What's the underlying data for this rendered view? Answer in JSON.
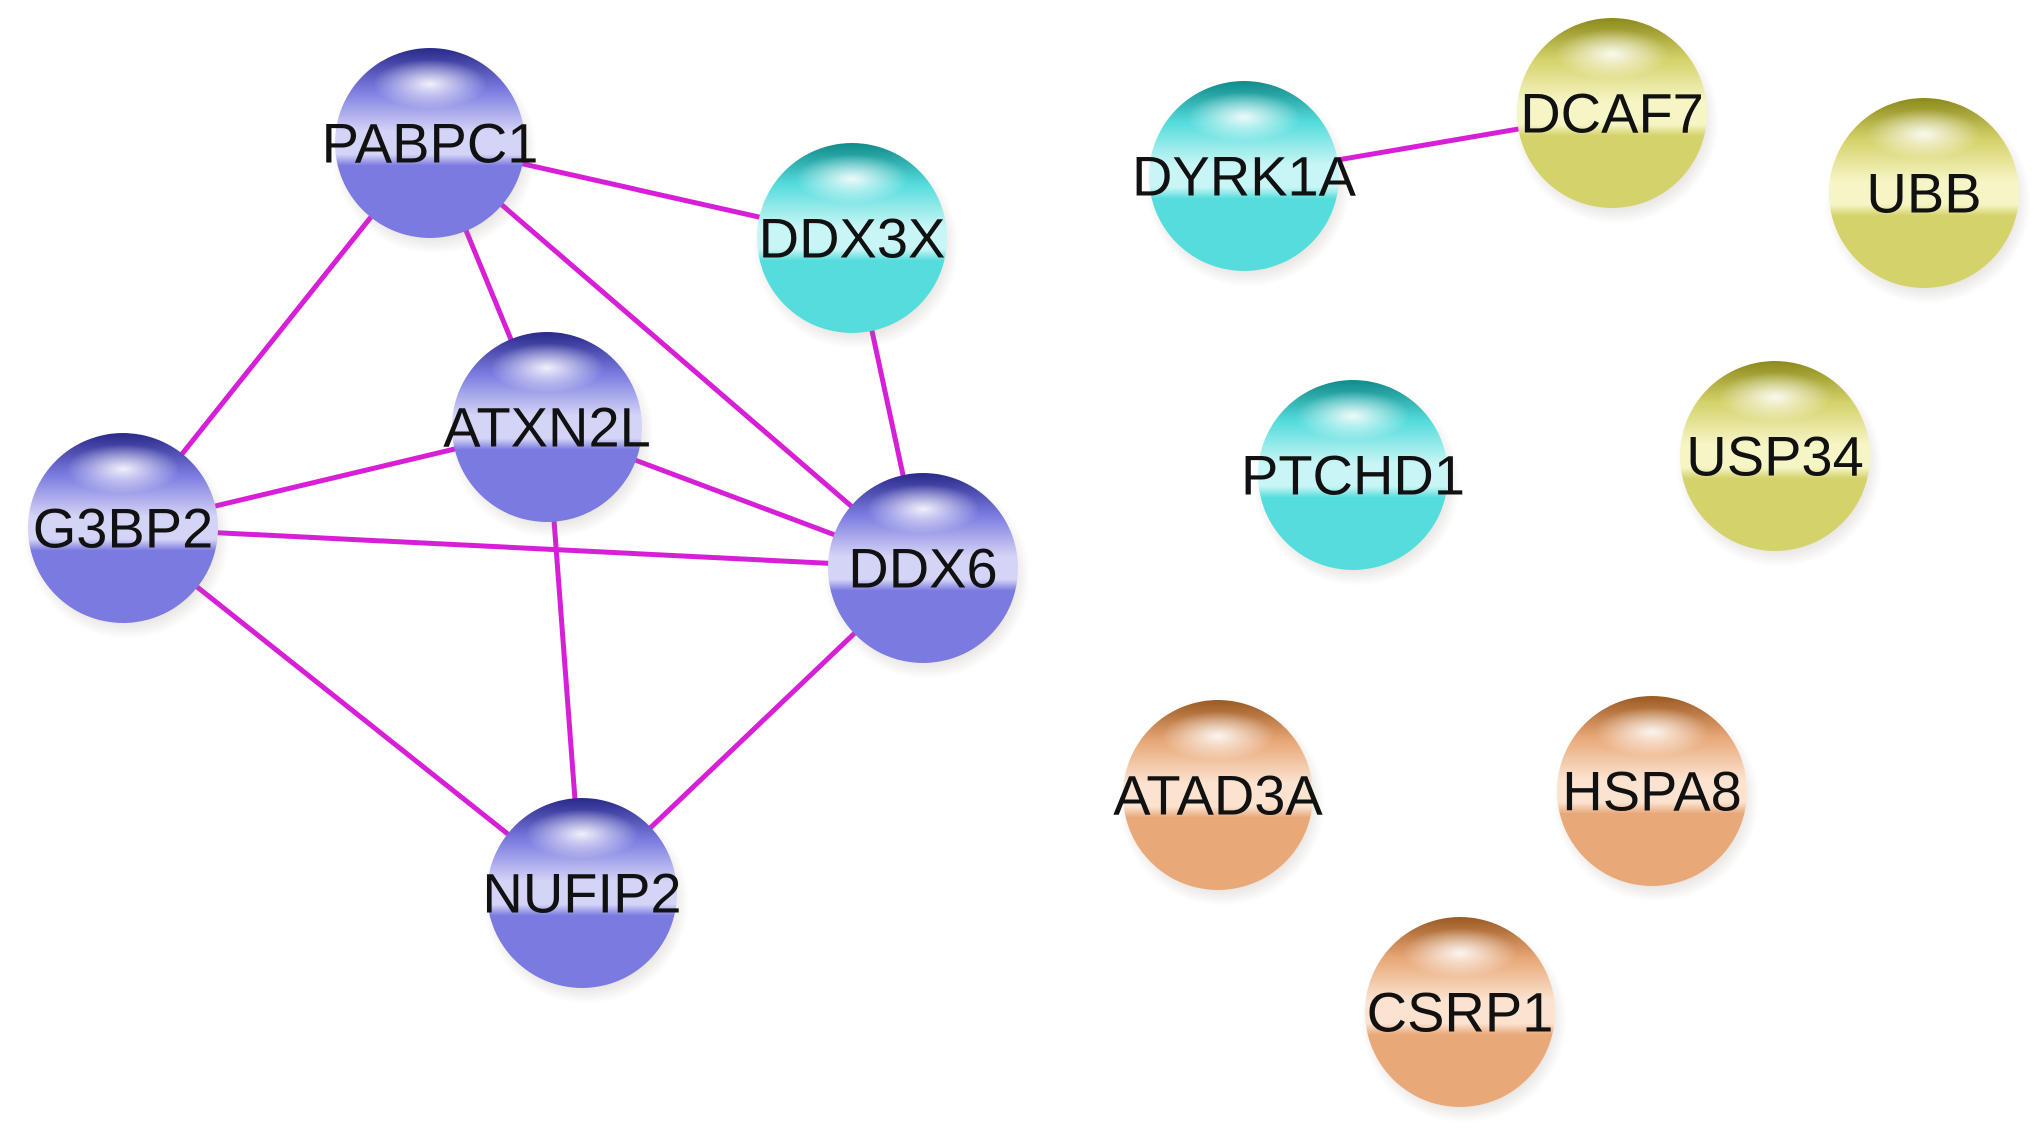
{
  "network": {
    "edge_color": "#d61fd6",
    "clusters": {
      "blue": {
        "dark": "#2a2a8a",
        "mid": "#7a7ae0",
        "light": "#d4d4f6"
      },
      "cyan": {
        "dark": "#128a8a",
        "mid": "#55dcdc",
        "light": "#c8f5f5"
      },
      "olive": {
        "dark": "#8c8a1c",
        "mid": "#d4d26a",
        "light": "#f6f5c6"
      },
      "orange": {
        "dark": "#9c5a22",
        "mid": "#e8a878",
        "light": "#fbe3d0"
      }
    },
    "nodes": [
      {
        "id": "PABPC1",
        "label": "PABPC1",
        "cluster": "blue"
      },
      {
        "id": "DDX3X",
        "label": "DDX3X",
        "cluster": "cyan"
      },
      {
        "id": "ATXN2L",
        "label": "ATXN2L",
        "cluster": "blue"
      },
      {
        "id": "G3BP2",
        "label": "G3BP2",
        "cluster": "blue"
      },
      {
        "id": "DDX6",
        "label": "DDX6",
        "cluster": "blue"
      },
      {
        "id": "NUFIP2",
        "label": "NUFIP2",
        "cluster": "blue"
      },
      {
        "id": "DYRK1A",
        "label": "DYRK1A",
        "cluster": "cyan"
      },
      {
        "id": "DCAF7",
        "label": "DCAF7",
        "cluster": "olive"
      },
      {
        "id": "UBB",
        "label": "UBB",
        "cluster": "olive"
      },
      {
        "id": "PTCHD1",
        "label": "PTCHD1",
        "cluster": "cyan"
      },
      {
        "id": "USP34",
        "label": "USP34",
        "cluster": "olive"
      },
      {
        "id": "ATAD3A",
        "label": "ATAD3A",
        "cluster": "orange"
      },
      {
        "id": "HSPA8",
        "label": "HSPA8",
        "cluster": "orange"
      },
      {
        "id": "CSRP1",
        "label": "CSRP1",
        "cluster": "orange"
      }
    ],
    "edges": [
      [
        "PABPC1",
        "DDX3X"
      ],
      [
        "PABPC1",
        "ATXN2L"
      ],
      [
        "PABPC1",
        "G3BP2"
      ],
      [
        "PABPC1",
        "DDX6"
      ],
      [
        "DDX3X",
        "DDX6"
      ],
      [
        "ATXN2L",
        "G3BP2"
      ],
      [
        "ATXN2L",
        "DDX6"
      ],
      [
        "ATXN2L",
        "NUFIP2"
      ],
      [
        "G3BP2",
        "DDX6"
      ],
      [
        "G3BP2",
        "NUFIP2"
      ],
      [
        "DDX6",
        "NUFIP2"
      ],
      [
        "DYRK1A",
        "DCAF7"
      ]
    ]
  }
}
